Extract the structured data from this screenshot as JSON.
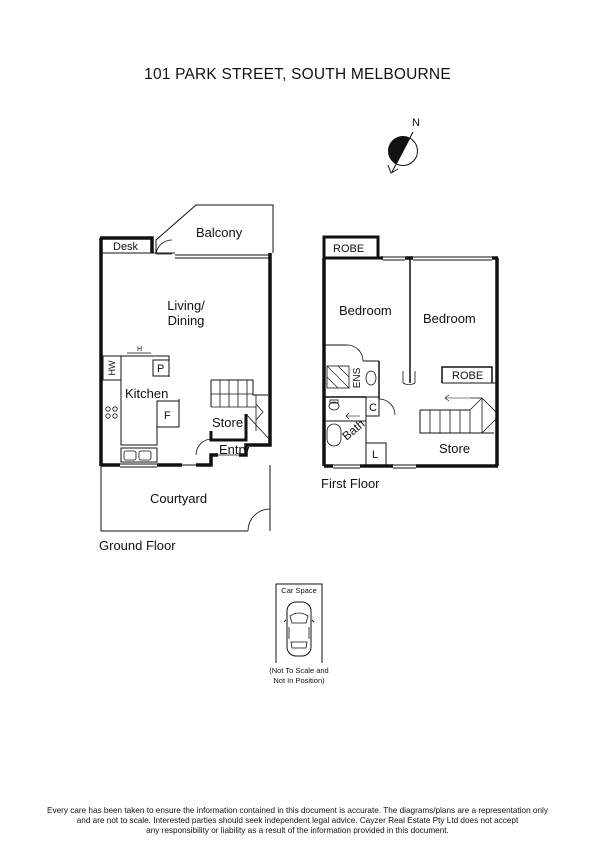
{
  "title": "101 PARK STREET, SOUTH MELBOURNE",
  "compass": {
    "label": "N"
  },
  "ground_floor": {
    "label": "Ground Floor",
    "rooms": {
      "desk": "Desk",
      "balcony": "Balcony",
      "living_line1": "Living/",
      "living_line2": "Dining",
      "h": "H",
      "hw": "HW",
      "p": "P",
      "kitchen": "Kitchen",
      "f": "F",
      "store": "Store",
      "entry": "Entry",
      "courtyard": "Courtyard"
    }
  },
  "first_floor": {
    "label": "First Floor",
    "rooms": {
      "robe_left": "ROBE",
      "bedroom_left": "Bedroom",
      "bedroom_right": "Bedroom",
      "ens": "ENS",
      "robe_right": "ROBE",
      "c": "C",
      "bath": "Bath",
      "l": "L",
      "store": "Store"
    }
  },
  "car_space": {
    "label": "Car Space",
    "note_line1": "(Not To Scale and",
    "note_line2": "Not In Position)"
  },
  "disclaimer": {
    "line1": "Every care has been taken to ensure the information contained in this document is accurate. The diagrams/plans are a representation only",
    "line2": "and are not to scale. Interested parties should seek independent legal advice. Cayzer Real Estate Pty Ltd does not accept",
    "line3": "any responsibility or liability as a result of the information provided in this document."
  }
}
